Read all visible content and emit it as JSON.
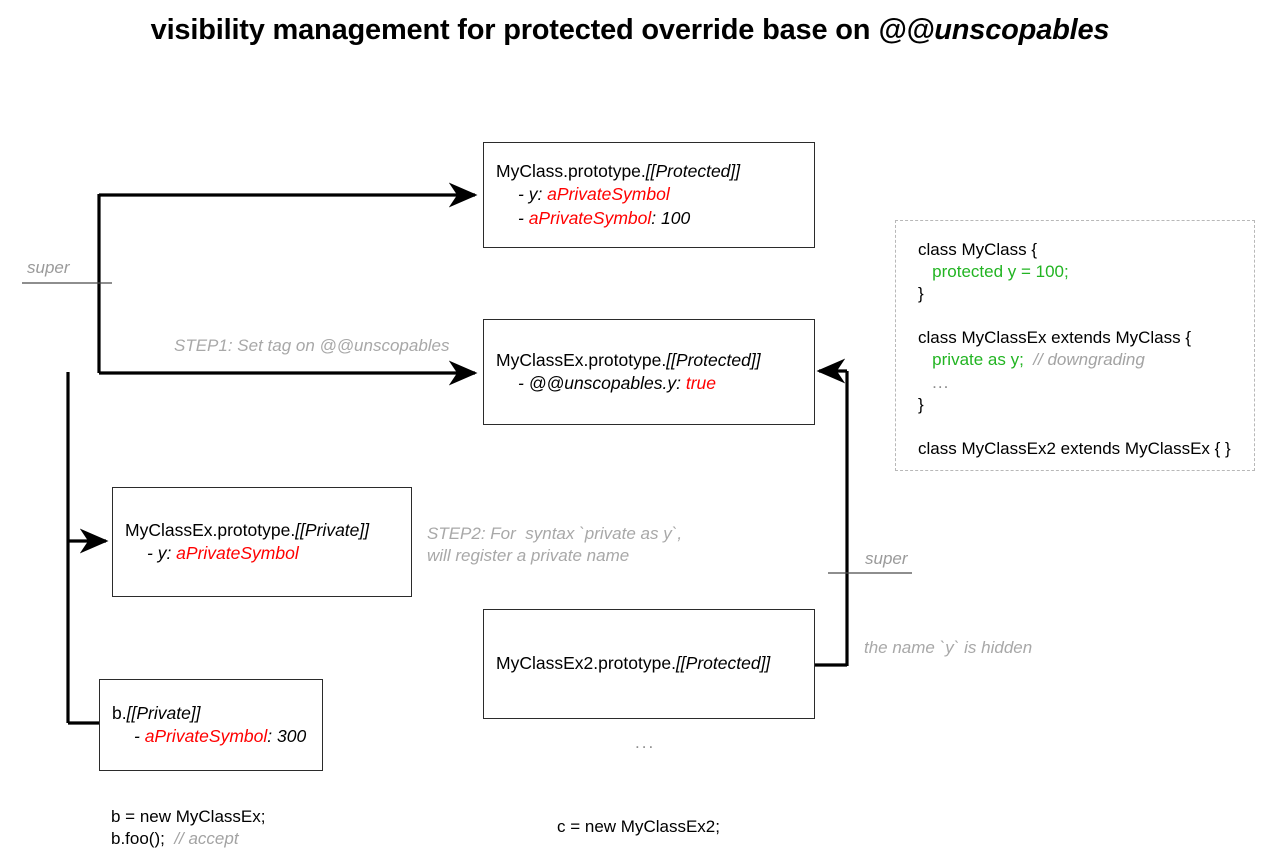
{
  "title": {
    "main": "visibility management for protected override base on ",
    "italic_tail": "@@unscopables"
  },
  "boxes": {
    "myclass_protected": {
      "line1_plain": "MyClass.prototype.",
      "line1_ital": "[[Protected]]",
      "line2_prefix": "- y: ",
      "line2_red": "aPrivateSymbol",
      "line3_prefix": "- ",
      "line3_red": "aPrivateSymbol",
      "line3_suffix": ": 100"
    },
    "myclassex_protected": {
      "line1_plain": "MyClassEx.prototype.",
      "line1_ital": "[[Protected]]",
      "line2_prefix": "- @@unscopables.y: ",
      "line2_red": "true"
    },
    "myclassex_private": {
      "line1_plain": "MyClassEx.prototype.",
      "line1_ital": "[[Private]]",
      "line2_prefix": "- y: ",
      "line2_red": "aPrivateSymbol"
    },
    "b_private": {
      "line1_plain": "b.",
      "line1_ital": "[[Private]]",
      "line2_prefix": "- ",
      "line2_red": "aPrivateSymbol",
      "line2_suffix": ": 300"
    },
    "myclassex2_protected": {
      "line1_plain": "MyClassEx2.prototype.",
      "line1_ital": "[[Protected]]"
    }
  },
  "code_panel": {
    "lines": [
      "class MyClass {",
      "   protected y = 100;",
      "}",
      "",
      "class MyClassEx extends MyClass {",
      "   private as y;  // downgrading",
      "   ...",
      "}",
      "",
      "class MyClassEx2 extends MyClassEx { }"
    ],
    "l1": "class MyClass {",
    "l2_green": "protected y = 100;",
    "l3": "}",
    "l4": "class MyClassEx extends MyClass {",
    "l5_green": "private as y;",
    "l5_note": "// downgrading",
    "l6_dots": "...",
    "l7": "}",
    "l8": "class MyClassEx2 extends MyClassEx { }"
  },
  "annotations": {
    "step1": "STEP1: Set tag on @@unscopables",
    "step2_line1": "STEP2: For  syntax `private as y`,",
    "step2_line2": "will register a private name",
    "super_left": "super",
    "super_right": "super",
    "hidden_note": "the name `y` is hidden",
    "middle_ellipsis": "...",
    "bottom_left_line1": "b = new MyClassEx;",
    "bottom_left_line2_code": "b.foo();",
    "bottom_left_line2_note": "// accept",
    "bottom_mid": "c = new MyClassEx2;"
  },
  "colors": {
    "red": "#ff0000",
    "green": "#22b422",
    "gray_note": "#a8a8a8",
    "stroke": "#2b2b2b",
    "dashed_border": "#b8b8b8"
  }
}
